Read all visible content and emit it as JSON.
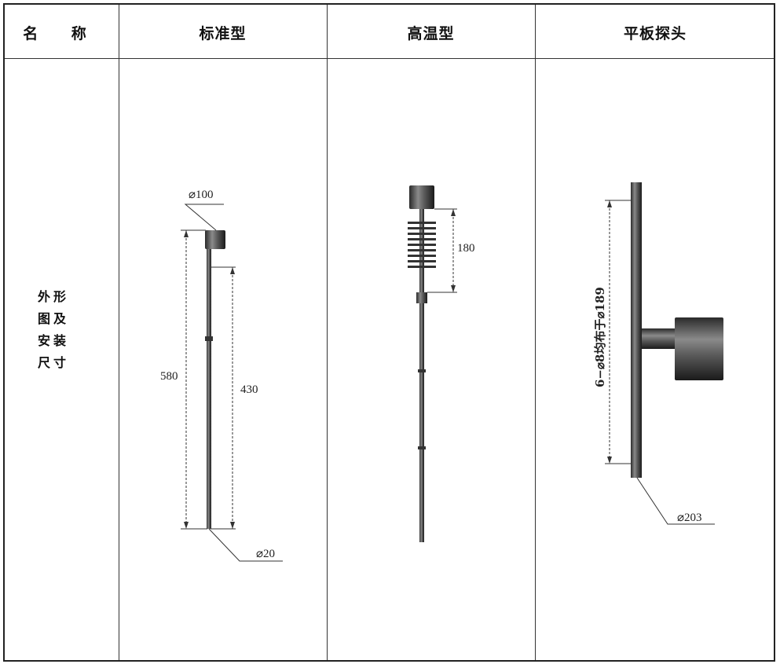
{
  "table": {
    "header": {
      "name_col": "名  称",
      "col1": "标准型",
      "col2": "高温型",
      "col3": "平板探头"
    },
    "row_label_lines": [
      "外形",
      "图及",
      "安装",
      "尺寸"
    ]
  },
  "drawing_standard": {
    "diam_top": "⌀100",
    "len_total": "580",
    "len_inner": "430",
    "diam_bottom": "⌀20"
  },
  "drawing_high_temp": {
    "len_fins": "180"
  },
  "drawing_plate": {
    "hole_note": "6−⌀8均布于⌀189",
    "diam_plate": "⌀203"
  }
}
